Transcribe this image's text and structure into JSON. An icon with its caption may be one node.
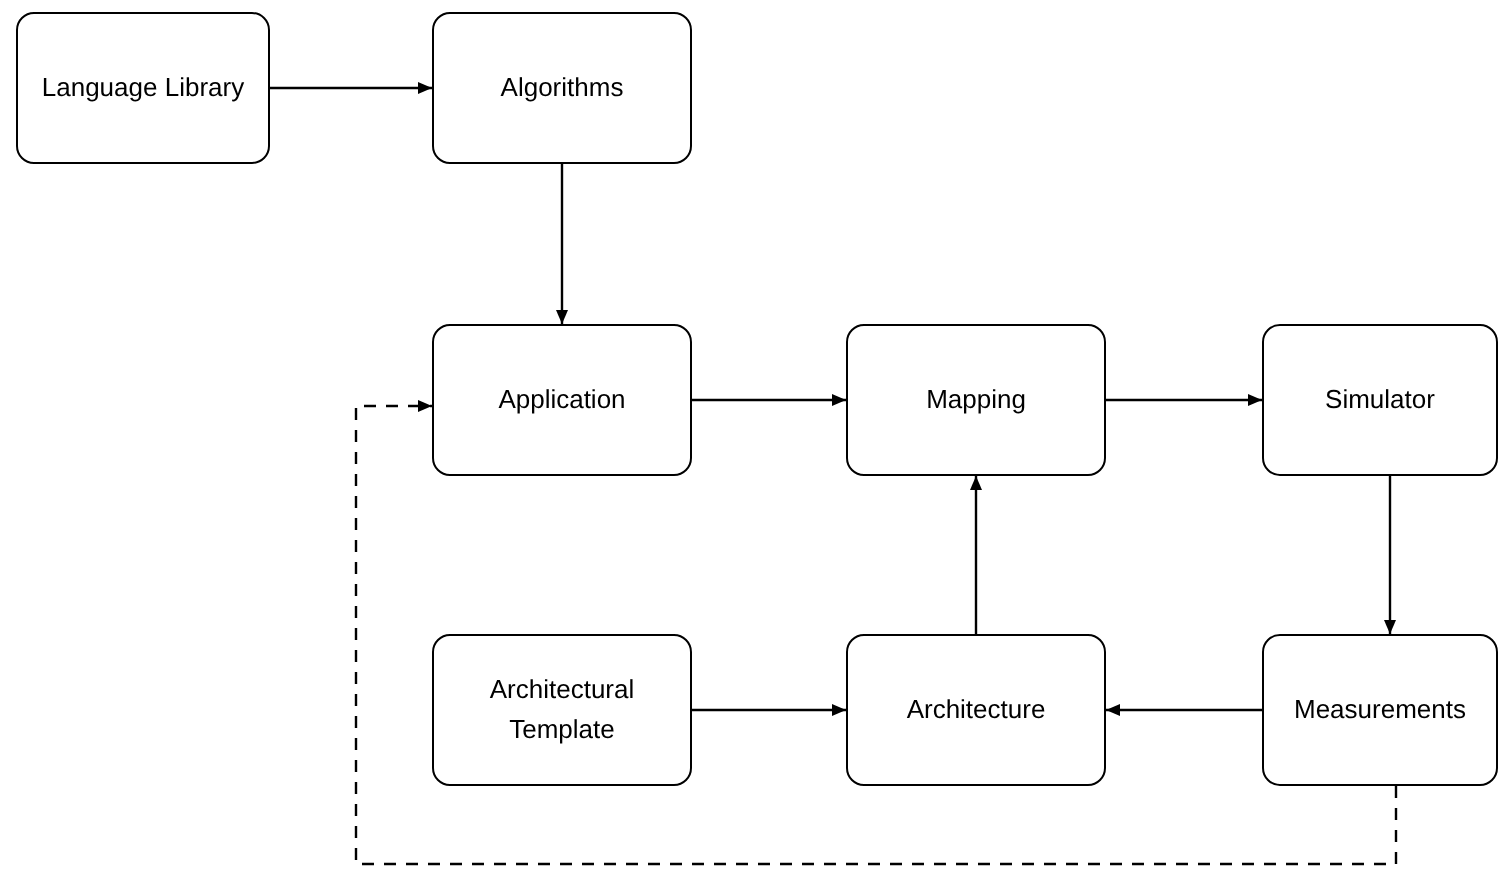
{
  "diagram": {
    "nodes": [
      {
        "text": [
          "Language Library"
        ]
      },
      {
        "text": [
          "Algorithms"
        ]
      },
      {
        "text": [
          "Application"
        ]
      },
      {
        "text": [
          "Mapping"
        ]
      },
      {
        "text": [
          "Simulator"
        ]
      },
      {
        "text": [
          "Architectural Template"
        ]
      },
      {
        "text": [
          "Architecture"
        ]
      },
      {
        "text": [
          "Measurements"
        ]
      }
    ],
    "edges": [
      {
        "from": 0,
        "to": 1,
        "arrow": "to"
      },
      {
        "from": 1,
        "to": 2,
        "arrow": "to"
      },
      {
        "from": 2,
        "to": 3,
        "arrow": "to"
      },
      {
        "from": 3,
        "to": 4,
        "arrow": "to"
      },
      {
        "from": 4,
        "to": 7,
        "arrow": "to"
      },
      {
        "from": 7,
        "to": 6,
        "arrow": "to"
      },
      {
        "from": 5,
        "to": 6,
        "arrow": "to"
      },
      {
        "from": 6,
        "to": 3,
        "arrow": "to"
      },
      {
        "from": 7,
        "to": 2,
        "arrow": "to",
        "style": "dashed"
      }
    ]
  }
}
